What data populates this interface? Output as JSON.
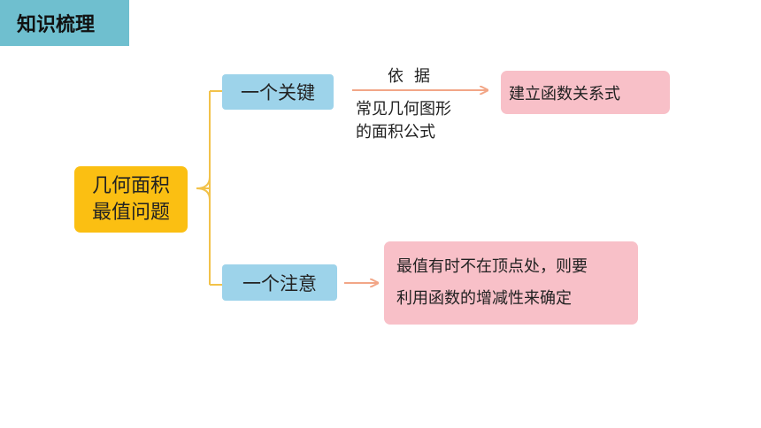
{
  "header": {
    "title": "知识梳理"
  },
  "diagram": {
    "root": {
      "line1": "几何面积",
      "line2": "最值问题"
    },
    "branch_key": {
      "label": "一个关键"
    },
    "branch_note": {
      "label": "一个注意"
    },
    "basis_label": "依据",
    "formula_label": {
      "line1": "常见几何图形",
      "line2": "的面积公式"
    },
    "result_key": "建立函数关系式",
    "result_note": {
      "line1": "最值有时不在顶点处，则要",
      "line2": "利用函数的增减性来确定"
    }
  },
  "colors": {
    "header_bg": "#6fbfcf",
    "root_bg": "#fbbf12",
    "branch_bg": "#9dd3ea",
    "result_bg": "#f8c0c8",
    "bracket": "#f2c24a",
    "arrow": "#f2a687"
  }
}
